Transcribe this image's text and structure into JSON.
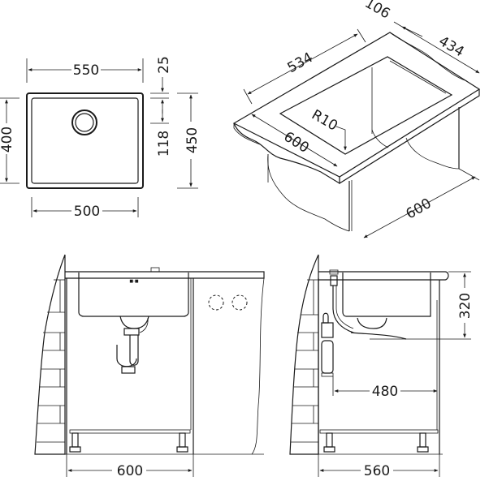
{
  "drawing": {
    "type": "technical dimension drawing - undermount kitchen sink",
    "units": "mm",
    "line_color": "#1a1a1a",
    "background": "#ffffff"
  },
  "top_view": {
    "outer_width": "550",
    "inner_width": "500",
    "inner_height": "400",
    "outer_height": "450",
    "rim_offset": "25",
    "drain_offset": "118"
  },
  "iso_view": {
    "cutout_length": "534",
    "rim_depth": "106",
    "cutout_width": "434",
    "corner_radius": "R10",
    "counter_depth": "600",
    "cabinet_width": "600"
  },
  "front_view": {
    "cabinet_width": "600"
  },
  "side_view": {
    "bowl_depth": "320",
    "inner_depth": "480",
    "cabinet_depth": "560"
  }
}
